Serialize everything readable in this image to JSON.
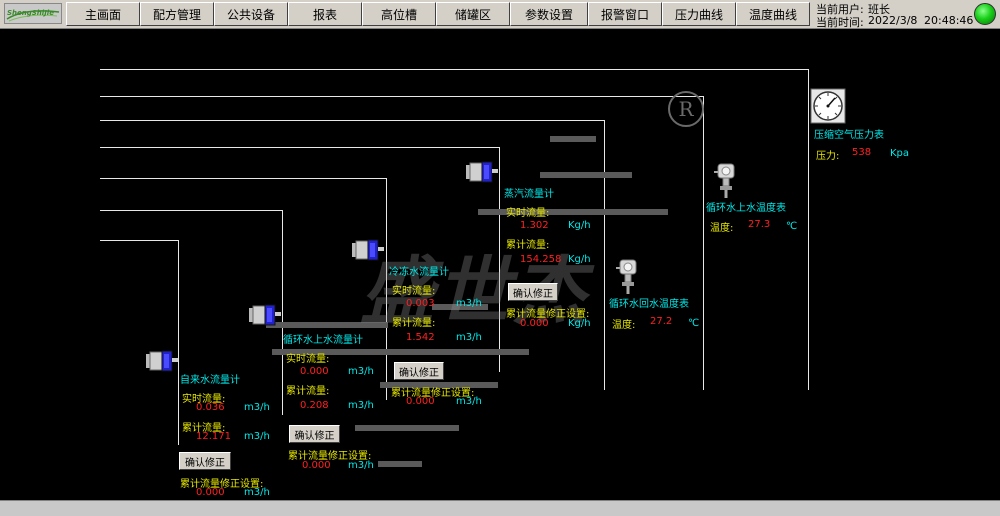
{
  "logo": {
    "text": "ShengShiJie"
  },
  "nav": [
    {
      "label": "主画面"
    },
    {
      "label": "配方管理"
    },
    {
      "label": "公共设备"
    },
    {
      "label": "报表"
    },
    {
      "label": "高位槽"
    },
    {
      "label": "储罐区"
    },
    {
      "label": "参数设置"
    },
    {
      "label": "报警窗口"
    },
    {
      "label": "压力曲线"
    },
    {
      "label": "温度曲线"
    }
  ],
  "user": {
    "user_label": "当前用户:",
    "user_value": "班长",
    "time_label": "当前时间:",
    "date": "2022/3/8",
    "time": "20:48:46",
    "status_color": "#18d018"
  },
  "watermark": "盛世杰",
  "registered_mark": "R",
  "common": {
    "realtime_label": "实时流量:",
    "total_label": "累计流量:",
    "correction_label": "累计流量修正设置:",
    "confirm_button": "确认修正",
    "unit_m3h": "m3/h",
    "unit_kgh": "Kg/h"
  },
  "meters": [
    {
      "title": "自来水流量计",
      "realtime": "0.036",
      "total": "12.171",
      "correction": "0.000"
    },
    {
      "title": "循环水上水流量计",
      "realtime": "0.000",
      "total": "0.208",
      "correction": "0.000"
    },
    {
      "title": "冷冻水流量计",
      "realtime": "0.003",
      "total": "1.542",
      "correction": "0.000"
    },
    {
      "title": "蒸汽流量计",
      "realtime": "1.302",
      "total": "154.258",
      "correction": "0.000"
    }
  ],
  "temps": [
    {
      "title": "循环水回水温度表",
      "label": "温度:",
      "value": "27.2",
      "unit": "℃"
    },
    {
      "title": "循环水上水温度表",
      "label": "温度:",
      "value": "27.3",
      "unit": "℃"
    }
  ],
  "pressure": {
    "title": "压缩空气压力表",
    "label": "压力:",
    "value": "538",
    "unit": "Kpa"
  },
  "colors": {
    "label": "#00e8e8",
    "field": "#e6e600",
    "value": "#ff2020",
    "pipe": "#e8e8e8"
  }
}
